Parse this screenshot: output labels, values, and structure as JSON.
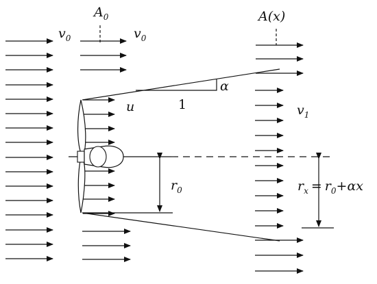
{
  "labels": {
    "A0_main": "A",
    "A0_sub": "0",
    "Ax_text": "A(x)",
    "v0_left_main": "v",
    "v0_left_sub": "0",
    "v0_right_main": "v",
    "v0_right_sub": "0",
    "alpha": "α",
    "one": "1",
    "u": "u",
    "v1_main": "v",
    "v1_sub": "1",
    "r0_main": "r",
    "r0_sub": "0",
    "rx_main": "r",
    "rx_sub": "x",
    "rx_eq": "=",
    "rx_r0_main": "r",
    "rx_r0_sub": "0",
    "rx_tail": "+αx"
  },
  "colors": {
    "ink": "#111111",
    "background": "#ffffff"
  },
  "icons": {
    "propeller": "propeller-hub-icon"
  }
}
